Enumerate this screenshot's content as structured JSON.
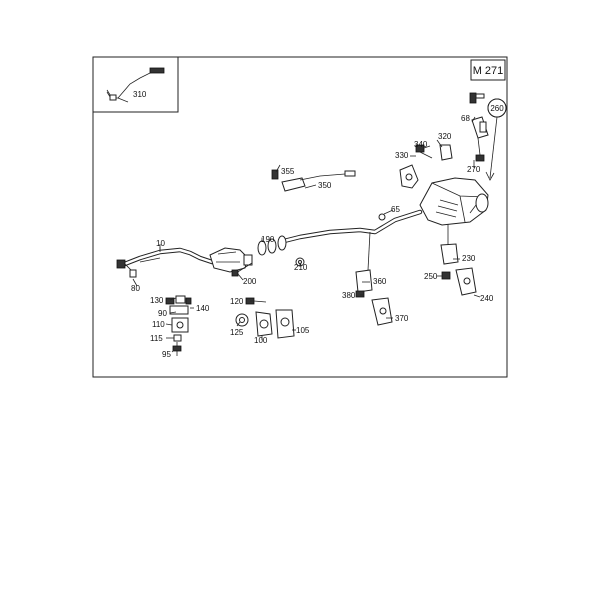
{
  "model_code": "M 271",
  "callouts": {
    "c310": "310",
    "c260": "260",
    "c68": "68",
    "c320": "320",
    "c340": "340",
    "c330": "330",
    "c270": "270",
    "c355": "355",
    "c350": "350",
    "c65": "65",
    "c10": "10",
    "c190": "190",
    "c210": "210",
    "c200": "200",
    "c80": "80",
    "c360": "360",
    "c380": "380",
    "c370": "370",
    "c230": "230",
    "c250": "250",
    "c240": "240",
    "c130": "130",
    "c90": "90",
    "c140": "140",
    "c110": "110",
    "c115": "115",
    "c95": "95",
    "c120": "120",
    "c125": "125",
    "c100": "100",
    "c105": "105"
  }
}
